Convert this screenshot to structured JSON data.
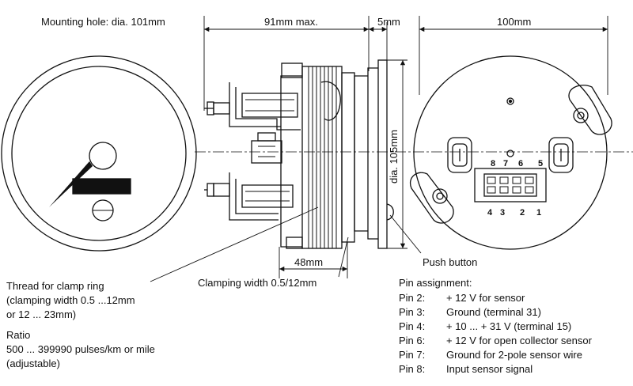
{
  "dimensions": {
    "mounting_hole": "Mounting hole: dia. 101mm",
    "depth_max": "91mm max.",
    "flange": "5mm",
    "front_width": "100mm",
    "diameter": "dia. 105mm",
    "thread_length": "48mm",
    "clamping_width": "Clamping width 0.5/12mm"
  },
  "labels": {
    "push_button": "Push button",
    "thread_line1": "Thread for clamp ring",
    "thread_line2": "(clamping width  0.5 ...12mm",
    "thread_line3": "or 12 ... 23mm)",
    "ratio_title": "Ratio",
    "ratio_line1": "500 ... 399990 pulses/km or mile",
    "ratio_line2": "(adjustable)"
  },
  "connector": {
    "top_numbers": [
      "8",
      "7",
      "6",
      "5"
    ],
    "bottom_numbers": [
      "4",
      "3",
      "2",
      "1"
    ]
  },
  "pins": {
    "title": "Pin assignment:",
    "rows": [
      {
        "pin": "Pin 2:",
        "desc": "+ 12 V for sensor"
      },
      {
        "pin": "Pin 3:",
        "desc": "Ground (terminal 31)"
      },
      {
        "pin": "Pin 4:",
        "desc": "+ 10 ... + 31 V (terminal 15)"
      },
      {
        "pin": "Pin 6:",
        "desc": "+ 12 V for open collector sensor"
      },
      {
        "pin": "Pin 7:",
        "desc": "Ground for 2-pole sensor wire"
      },
      {
        "pin": "Pin 8:",
        "desc": "Input sensor signal"
      }
    ]
  }
}
